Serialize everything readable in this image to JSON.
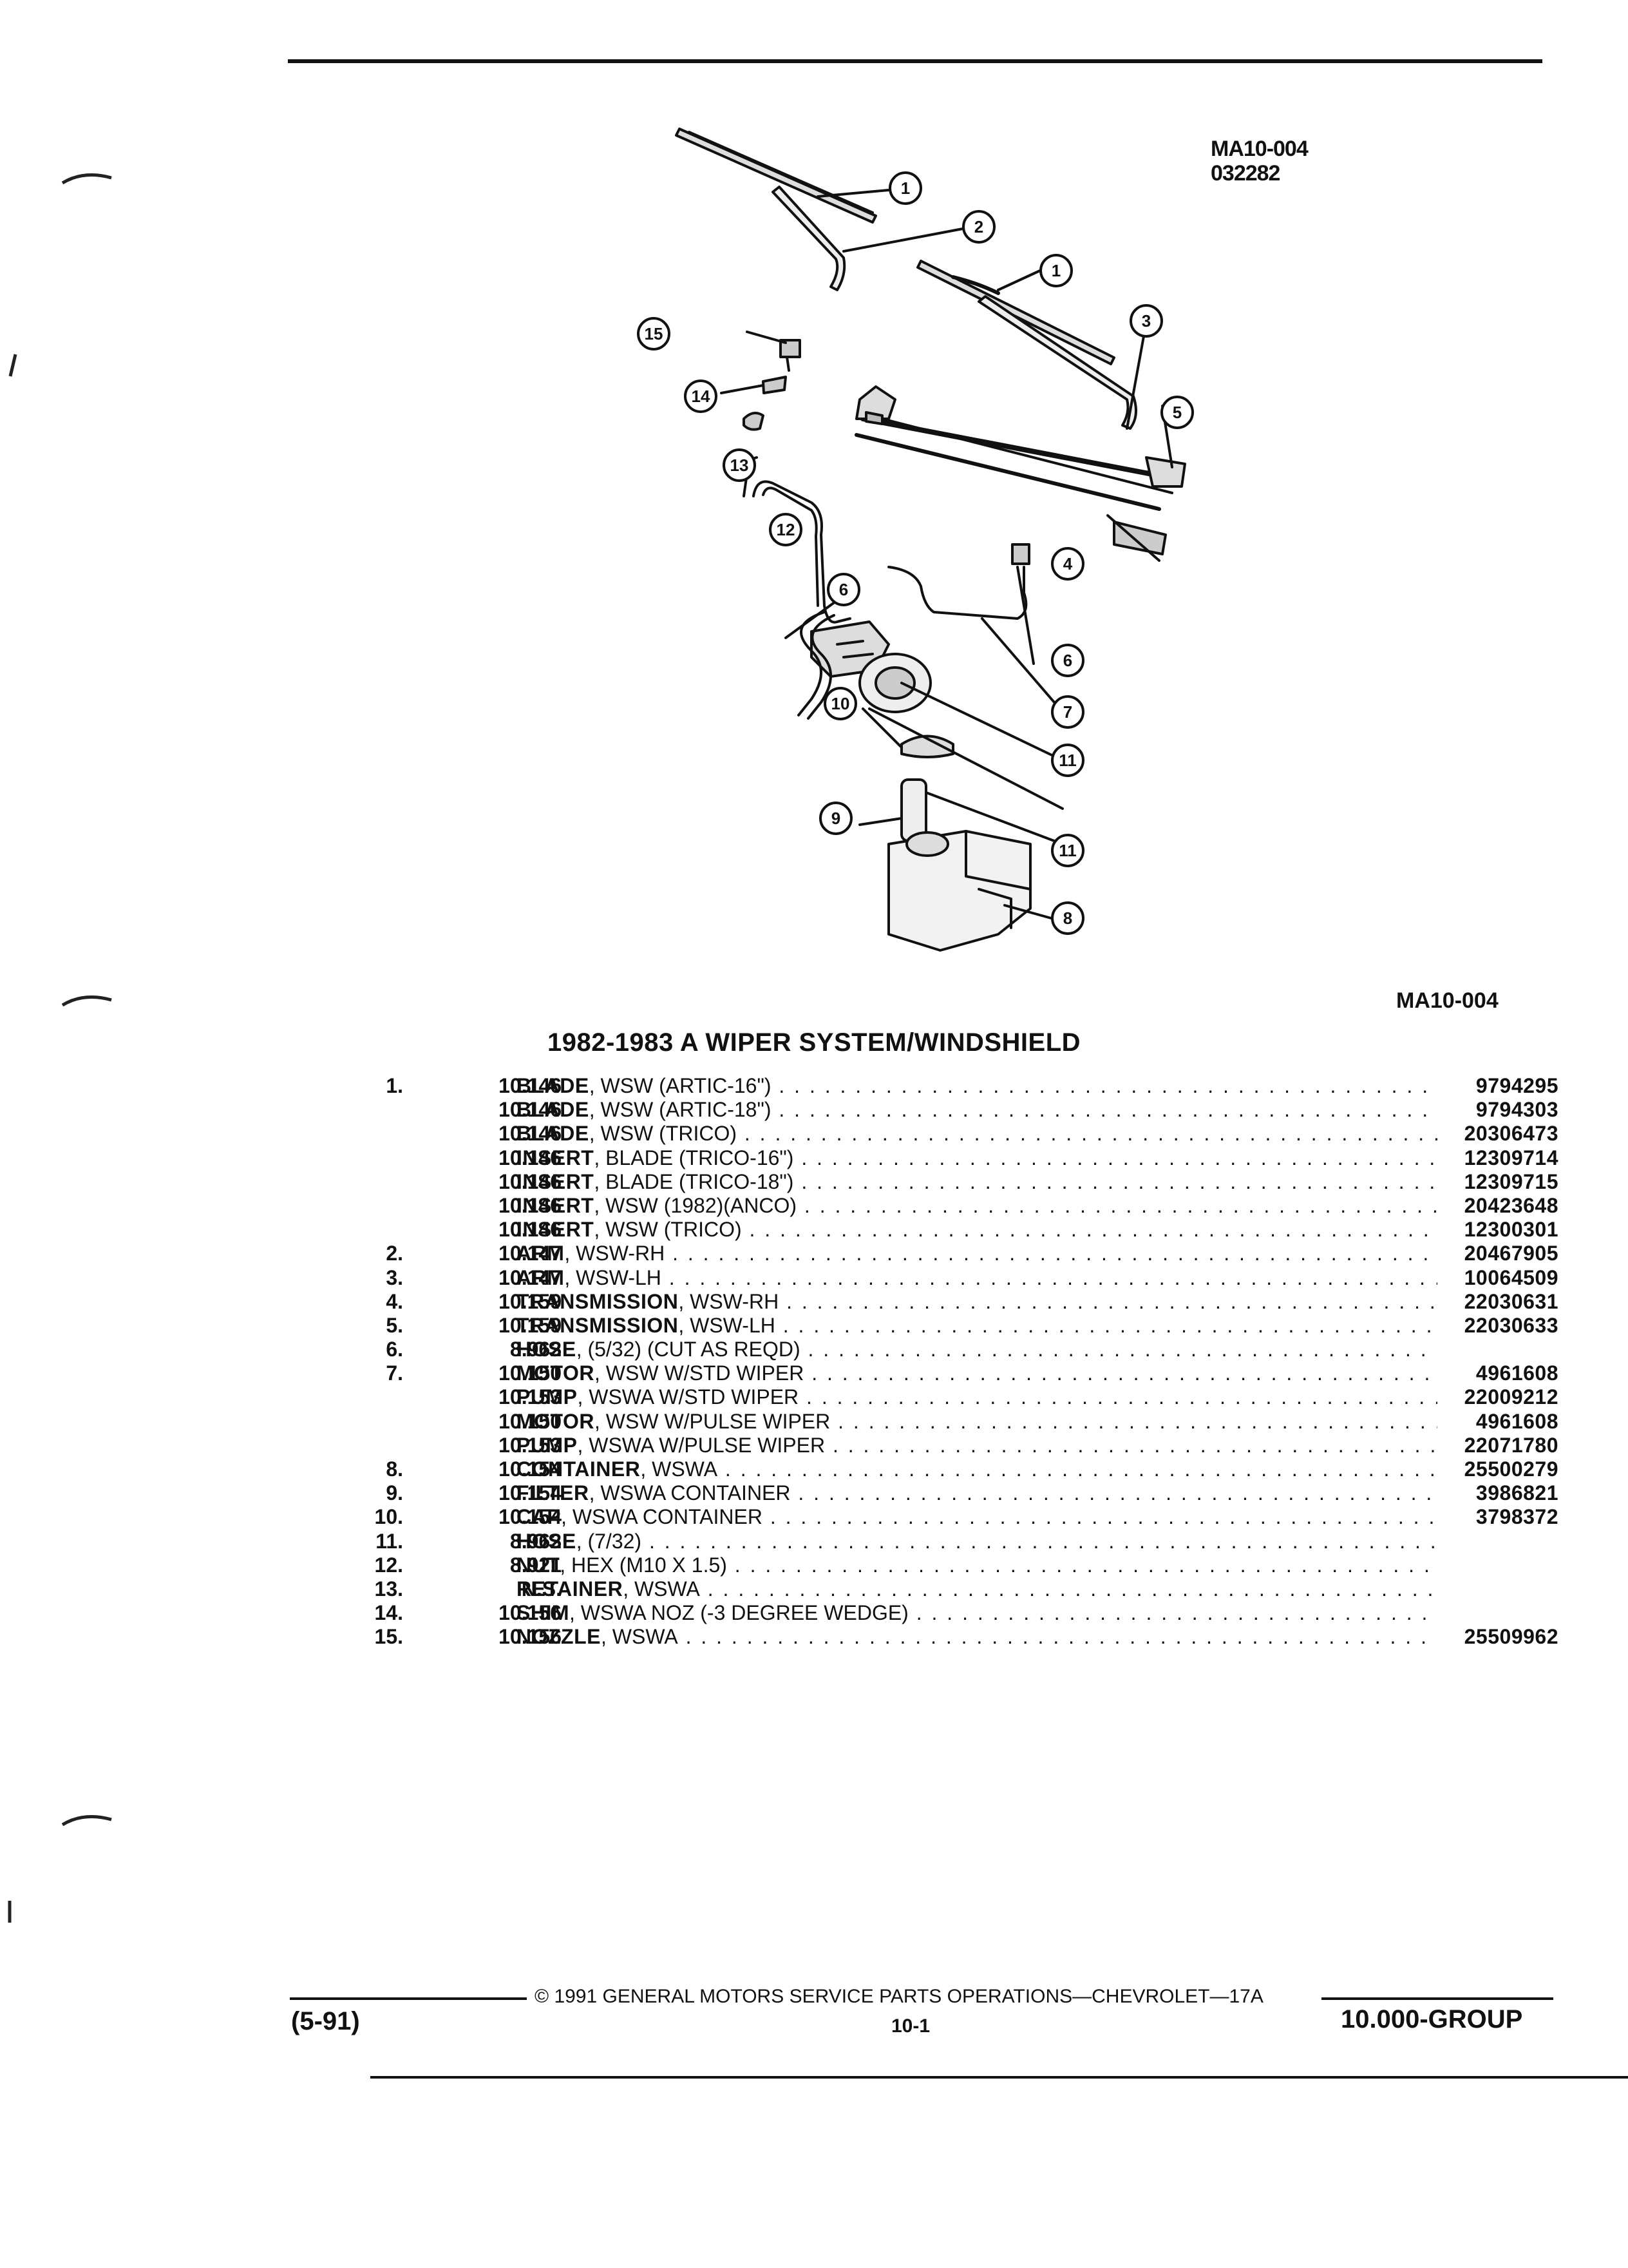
{
  "figure": {
    "code_top_line1": "MA10-004",
    "code_top_line2": "032282",
    "code_bottom": "MA10-004",
    "callouts": [
      "1",
      "2",
      "1",
      "3",
      "15",
      "14",
      "5",
      "13",
      "12",
      "4",
      "6",
      "6",
      "7",
      "10",
      "11",
      "9",
      "11",
      "8"
    ]
  },
  "title": "1982-1983 A WIPER SYSTEM/WINDSHIELD",
  "parts": [
    {
      "num": "1.",
      "group": "10.146",
      "name": "BLADE",
      "detail": ", WSW (ARTIC-16\")",
      "part": "9794295"
    },
    {
      "num": "",
      "group": "10.146",
      "name": "BLADE",
      "detail": ", WSW (ARTIC-18\")",
      "part": "9794303"
    },
    {
      "num": "",
      "group": "10.146",
      "name": "BLADE",
      "detail": ", WSW (TRICO)",
      "part": "20306473"
    },
    {
      "num": "",
      "group": "10.146",
      "name": "INSERT",
      "detail": ", BLADE (TRICO-16\")",
      "part": "12309714"
    },
    {
      "num": "",
      "group": "10.146",
      "name": "INSERT",
      "detail": ", BLADE (TRICO-18\")",
      "part": "12309715"
    },
    {
      "num": "",
      "group": "10.146",
      "name": "INSERT",
      "detail": ", WSW (1982)(ANCO)",
      "part": "20423648"
    },
    {
      "num": "",
      "group": "10.146",
      "name": "INSERT",
      "detail": ", WSW (TRICO)",
      "part": "12300301"
    },
    {
      "num": "2.",
      "group": "10.147",
      "name": "ARM",
      "detail": ", WSW-RH",
      "part": "20467905"
    },
    {
      "num": "3.",
      "group": "10.147",
      "name": "ARM",
      "detail": ", WSW-LH",
      "part": "10064509"
    },
    {
      "num": "4.",
      "group": "10.159",
      "name": "TRANSMISSION",
      "detail": ", WSW-RH",
      "part": "22030631"
    },
    {
      "num": "5.",
      "group": "10.159",
      "name": "TRANSMISSION",
      "detail": ", WSW-LH",
      "part": "22030633"
    },
    {
      "num": "6.",
      "group": "8.962",
      "name": "HOSE",
      "detail": ", (5/32) (CUT AS REQD)",
      "part": ""
    },
    {
      "num": "7.",
      "group": "10.150",
      "name": "MOTOR",
      "detail": ", WSW W/STD WIPER",
      "part": "4961608"
    },
    {
      "num": "",
      "group": "10.153",
      "name": "PUMP",
      "detail": ", WSWA W/STD WIPER",
      "part": "22009212"
    },
    {
      "num": "",
      "group": "10.150",
      "name": "MOTOR",
      "detail": ", WSW W/PULSE WIPER",
      "part": "4961608"
    },
    {
      "num": "",
      "group": "10.153",
      "name": "PUMP",
      "detail": ", WSWA W/PULSE WIPER",
      "part": "22071780"
    },
    {
      "num": "8.",
      "group": "10.154",
      "name": "CONTAINER",
      "detail": ", WSWA",
      "part": "25500279"
    },
    {
      "num": "9.",
      "group": "10.154",
      "name": "FILTER",
      "detail": ", WSWA CONTAINER",
      "part": "3986821"
    },
    {
      "num": "10.",
      "group": "10.154",
      "name": "CAP",
      "detail": ", WSWA CONTAINER",
      "part": "3798372"
    },
    {
      "num": "11.",
      "group": "8.962",
      "name": "HOSE",
      "detail": ", (7/32)",
      "part": ""
    },
    {
      "num": "12.",
      "group": "8.921",
      "name": "NUT",
      "detail": ", HEX (M10 X 1.5)",
      "part": ""
    },
    {
      "num": "13.",
      "group": "N.S.",
      "name": "RETAINER",
      "detail": ", WSWA",
      "part": ""
    },
    {
      "num": "14.",
      "group": "10.156",
      "name": "SHIM",
      "detail": ", WSWA NOZ (-3 DEGREE WEDGE)",
      "part": ""
    },
    {
      "num": "15.",
      "group": "10.156",
      "name": "NOZZLE",
      "detail": ", WSWA",
      "part": "25509962"
    }
  ],
  "footer": {
    "copyright": "© 1991 GENERAL MOTORS SERVICE PARTS OPERATIONS—CHEVROLET—17A",
    "revision": "(5-91)",
    "page": "10-1",
    "group": "10.000-GROUP"
  }
}
